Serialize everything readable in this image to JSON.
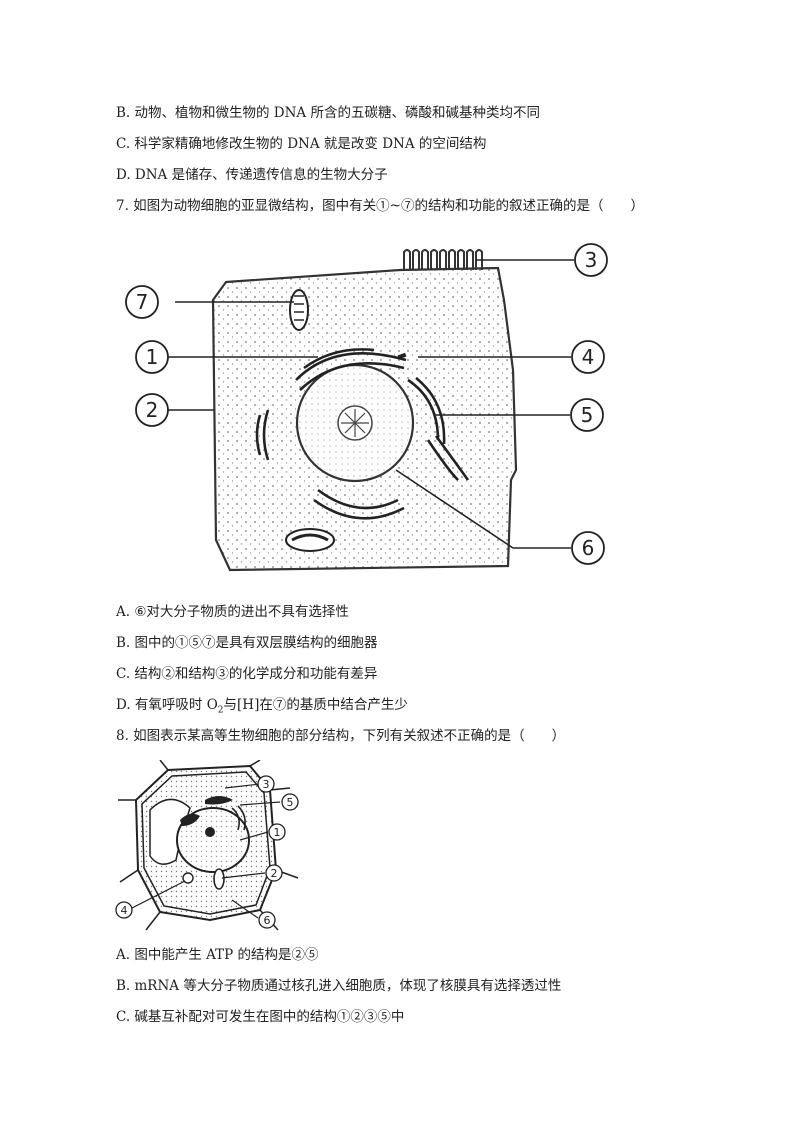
{
  "q6": {
    "optB": "B. 动物、植物和微生物的 DNA 所含的五碳糖、磷酸和碱基种类均不同",
    "optC": "C. 科学家精确地修改生物的 DNA 就是改变 DNA 的空间结构",
    "optD": "D. DNA 是储存、传递遗传信息的生物大分子"
  },
  "q7": {
    "stem": "7. 如图为动物细胞的亚显微结构，图中有关①~⑦的结构和功能的叙述正确的是（　　）",
    "labels": [
      "①",
      "②",
      "③",
      "④",
      "⑤",
      "⑥",
      "⑦"
    ],
    "optA": "A. ⑥对大分子物质的进出不具有选择性",
    "optB": "B. 图中的①⑤⑦是具有双层膜结构的细胞器",
    "optC": "C. 结构②和结构③的化学成分和功能有差异",
    "optD_pre": "D. 有氧呼吸时 O",
    "optD_sub": "2",
    "optD_post": "与[H]在⑦的基质中结合产生少"
  },
  "q8": {
    "stem": "8. 如图表示某高等生物细胞的部分结构，下列有关叙述不正确的是（　　）",
    "labels": [
      "①",
      "②",
      "③",
      "④",
      "⑤",
      "⑥"
    ],
    "optA": "A. 图中能产生 ATP 的结构是②⑤",
    "optB": "B. mRNA 等大分子物质通过核孔进入细胞质，体现了核膜具有选择透过性",
    "optC": "C. 碱基互补配对可发生在图中的结构①②③⑤中"
  }
}
